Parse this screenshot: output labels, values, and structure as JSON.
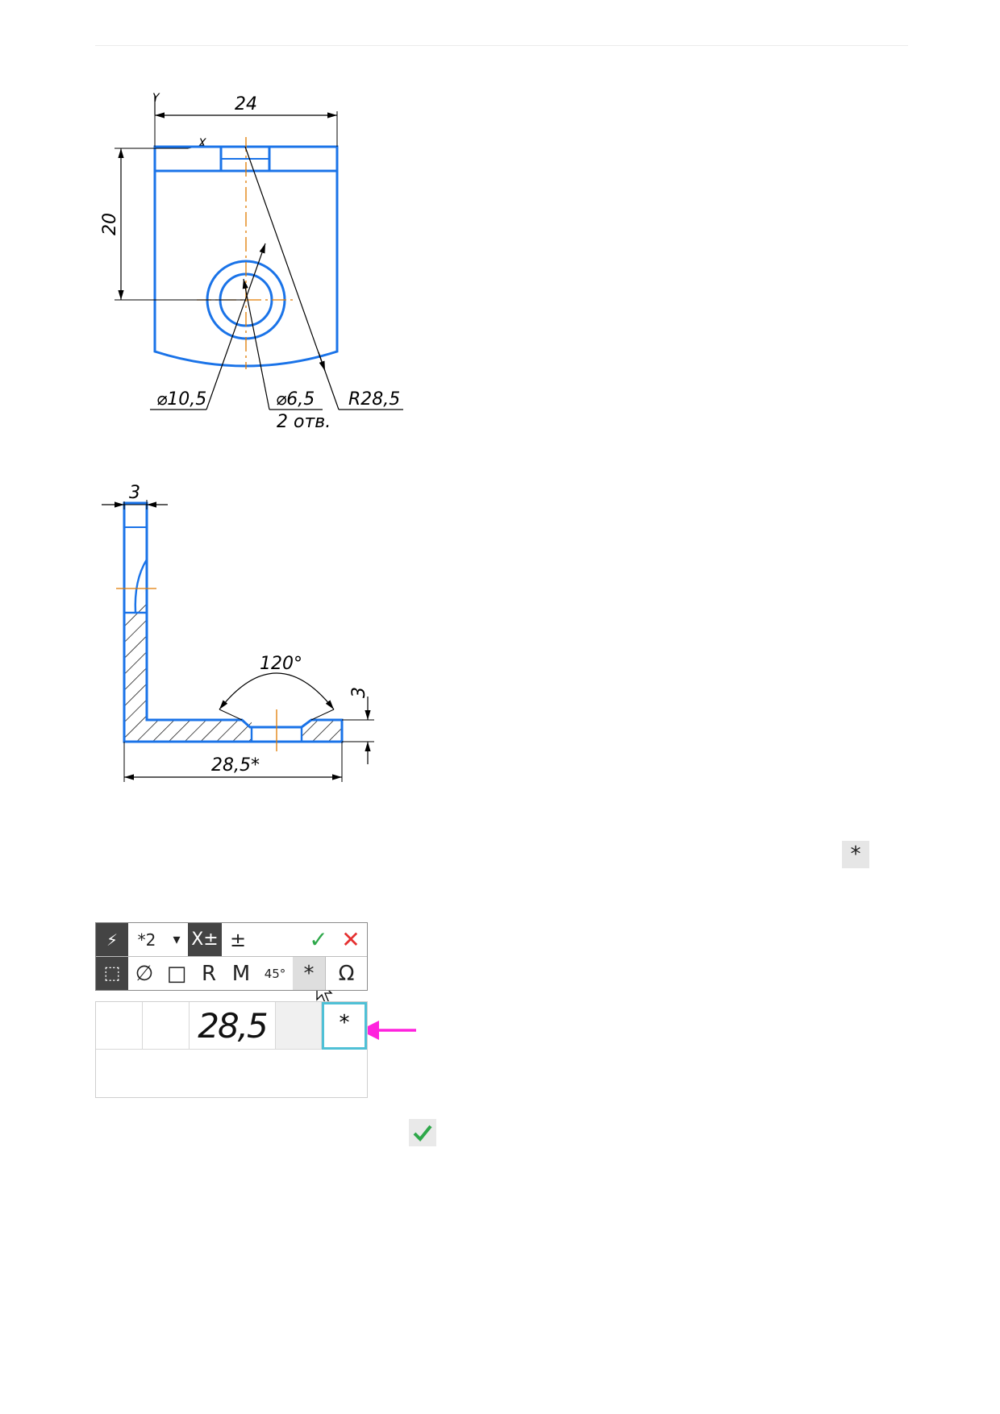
{
  "view_top": {
    "axis_y": "Y",
    "axis_x": "X",
    "dim_width": "24",
    "dim_height": "20",
    "dim_d_outer": "⌀10,5",
    "dim_d_inner": "⌀6,5",
    "dim_holes": "2 отв.",
    "dim_radius": "R28,5"
  },
  "view_front": {
    "dim_thickness_top": "3",
    "dim_angle": "120°",
    "dim_thickness_right": "3",
    "dim_length": "28,5*"
  },
  "inline_icons": {
    "star": "*",
    "ok": "✓"
  },
  "toolbar": {
    "row1": {
      "lightning": "⚡",
      "style": "*2",
      "dropdown": "▾",
      "tolerance_x": "X±",
      "plus_minus": "±",
      "apply": "✓",
      "cancel": "✕"
    },
    "row2": {
      "square": "⬚",
      "diameter": "∅",
      "box": "□",
      "radius": "R",
      "metric": "M",
      "chamfer": "45°",
      "star": "*",
      "omega": "Ω"
    }
  },
  "fields": {
    "value": "28,5",
    "suffix": "*"
  },
  "colors": {
    "line": "#1a73e8",
    "axis": "#e07b00",
    "pink_arrow": "#ff22dd",
    "check": "#2ea84a",
    "cross": "#e53030"
  }
}
